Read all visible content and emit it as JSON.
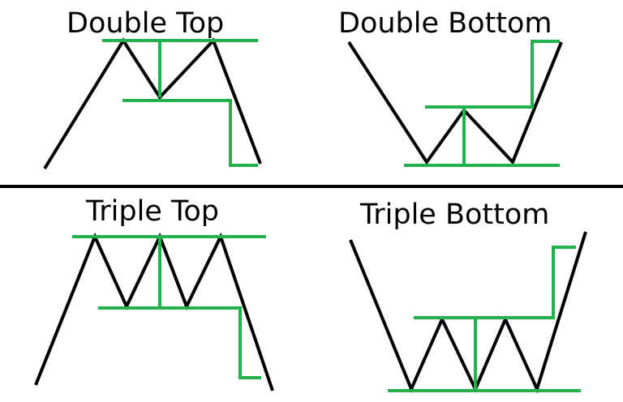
{
  "colors": {
    "price_line": "#000000",
    "guide_line": "#22b14c",
    "background": "#ffffff",
    "divider": "#000000"
  },
  "panels": {
    "double_top": {
      "title": "Double Top"
    },
    "double_bottom": {
      "title": "Double Bottom"
    },
    "triple_top": {
      "title": "Triple Top"
    },
    "triple_bottom": {
      "title": "Triple Bottom"
    }
  }
}
